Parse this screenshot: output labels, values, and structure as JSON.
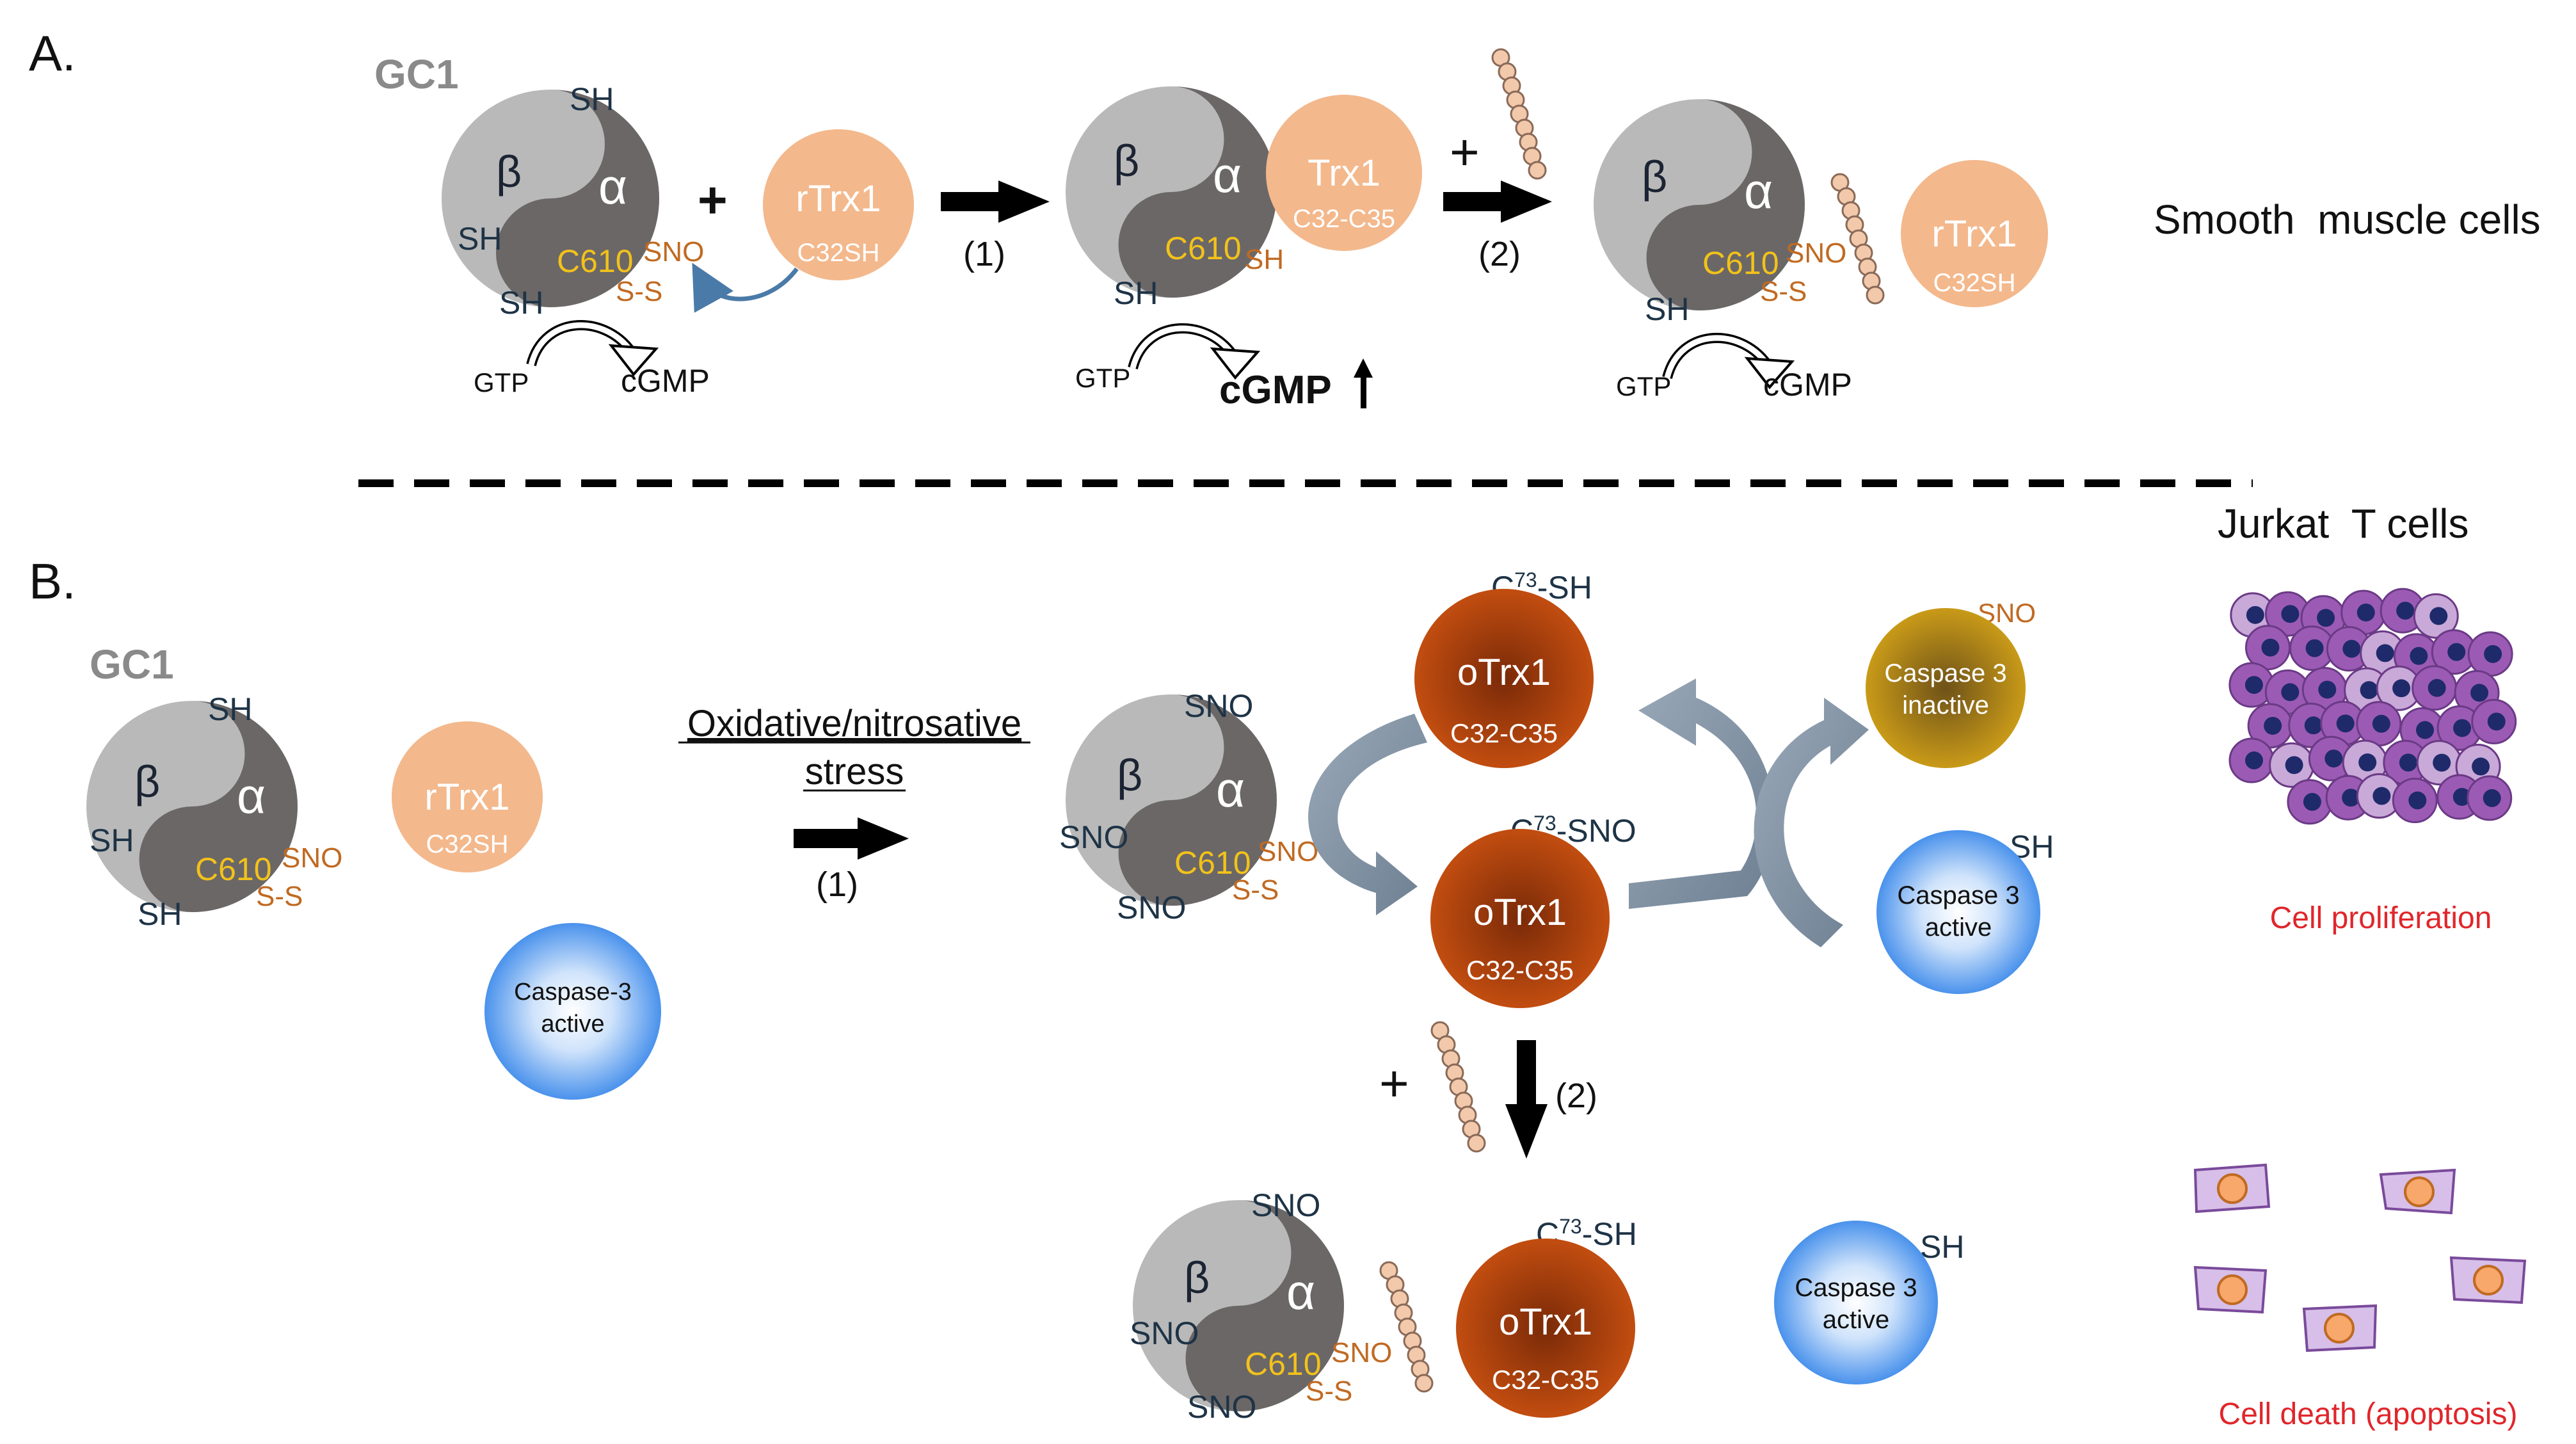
{
  "panel_a": {
    "label": "A.",
    "gc1_label": "GC1",
    "beta": "β",
    "alpha": "α",
    "sh": "SH",
    "c610": "C610",
    "sno": "SNO",
    "ss": "S-S",
    "plus": "+",
    "rtrx1": "rTrx1",
    "c32sh": "C32SH",
    "trx1": "Trx1",
    "c32c35": "C32-C35",
    "step1": "(1)",
    "step2": "(2)",
    "gtp": "GTP",
    "cgmp": "cGMP",
    "cgmp_up": "cGMP",
    "cell_type": "Smooth  muscle cells"
  },
  "panel_b": {
    "label": "B.",
    "gc1_label": "GC1",
    "beta": "β",
    "alpha": "α",
    "sh": "SH",
    "sno": "SNO",
    "c610": "C610",
    "ss": "S-S",
    "rtrx1": "rTrx1",
    "c32sh": "C32SH",
    "caspase3_hyphen": "Caspase-3",
    "active": "active",
    "stress_line1": "Oxidative/nitrosative",
    "stress_line2": "stress",
    "step1": "(1)",
    "step2": "(2)",
    "otrx1": "oTrx1",
    "c32c35": "C32-C35",
    "c": "C",
    "sup73": "73",
    "dash_sh": "-SH",
    "dash_sno": "-SNO",
    "caspase3": "Caspase 3",
    "inactive": "inactive",
    "plus": "+",
    "cell_type": "Jurkat  T cells",
    "proliferation": "Cell proliferation",
    "death": "Cell death (apoptosis)"
  },
  "colors": {
    "light_gray": "#b9b9b9",
    "dark_gray": "#6b6767",
    "peach": "#f3b88c",
    "rust": "#b4410d",
    "gold": "#c19518",
    "blue": "#5aa0ef",
    "yellow_text": "#f2c21a",
    "orange_text": "#c06a22",
    "red_text": "#e0262b",
    "navy": "#16213a"
  }
}
